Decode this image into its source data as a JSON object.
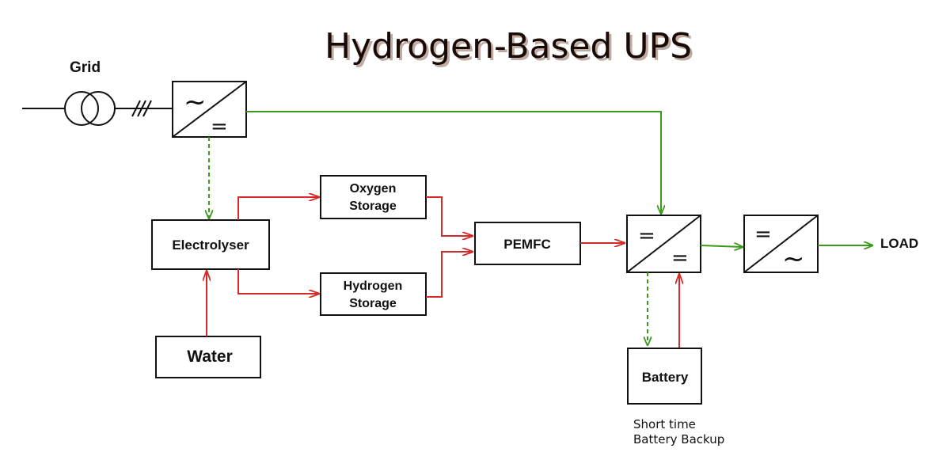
{
  "title": "Hydrogen-Based UPS",
  "grid": {
    "label": "Grid"
  },
  "blocks": {
    "electrolyser": "Electrolyser",
    "water": "Water",
    "oxygen_line1": "Oxygen",
    "oxygen_line2": "Storage",
    "hydrogen_line1": "Hydrogen",
    "hydrogen_line2": "Storage",
    "pemfc": "PEMFC",
    "battery": "Battery"
  },
  "converter_symbols": {
    "ac": "~",
    "dc": "="
  },
  "load": {
    "label": "LOAD"
  },
  "battery_note": {
    "line1": "Short time",
    "line2": "Battery Backup"
  },
  "colors": {
    "power_flow": "#3a9a1a",
    "hydrogen_flow": "#d42a2a",
    "outline": "#111111"
  }
}
